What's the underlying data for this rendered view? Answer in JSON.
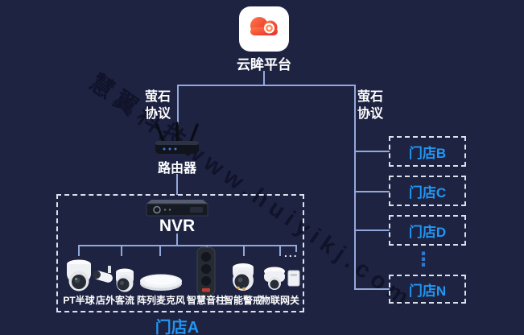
{
  "colors": {
    "background": "#1e2342",
    "connector_line": "#93a8da",
    "dashed_border": "#dde1ec",
    "store_text_blue": "#2196f3",
    "cloud_logo_red": "#e62a2a"
  },
  "platform": {
    "label": "云眸平台",
    "icon": "ezviz-cloud-icon"
  },
  "protocol_left": {
    "line1": "萤石",
    "line2": "协议"
  },
  "protocol_right": {
    "line1": "萤石",
    "line2": "协议"
  },
  "router": {
    "label": "路由器",
    "icon": "router-icon"
  },
  "storeA": {
    "label": "门店A",
    "nvr_label": "NVR",
    "nvr_icon": "nvr-recorder-icon",
    "devices": [
      {
        "label": "PT半球",
        "icon": "ptz-dome-camera-icon"
      },
      {
        "label": "店外客流",
        "icon": "bullet-turret-camera-icon"
      },
      {
        "label": "阵列麦克风",
        "icon": "array-microphone-icon"
      },
      {
        "label": "智慧音柱",
        "icon": "smart-speaker-column-icon"
      },
      {
        "label": "智能警戒",
        "icon": "alert-turret-camera-icon"
      },
      {
        "label": "物联网关",
        "icon": "iot-gateway-icon"
      }
    ],
    "more_devices_ellipsis": "..."
  },
  "stores": {
    "items": [
      {
        "label": "门店B"
      },
      {
        "label": "门店C"
      },
      {
        "label": "门店D"
      },
      {
        "label": "门店N"
      }
    ],
    "ellipsis": "⋮"
  },
  "watermark": "慧翼科技www.huiyikj.com"
}
